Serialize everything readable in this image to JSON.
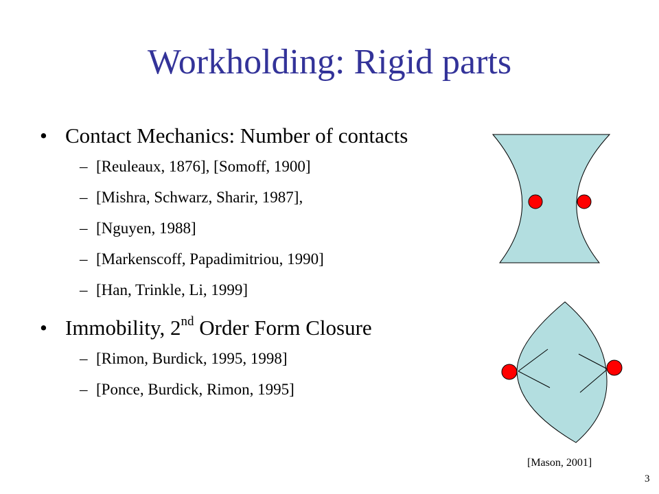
{
  "slide": {
    "title": "Workholding: Rigid parts",
    "bullet1": {
      "text": "Contact Mechanics: Number of contacts",
      "subitems": [
        "[Reuleaux, 1876], [Somoff, 1900]",
        "[Mishra, Schwarz, Sharir, 1987],",
        "[Nguyen, 1988]",
        "[Markenscoff, Papadimitriou, 1990]",
        "[Han, Trinkle, Li, 1999]"
      ]
    },
    "bullet2": {
      "text_before": "Immobility, 2",
      "superscript": "nd",
      "text_after": " Order Form Closure",
      "subitems": [
        "[Rimon, Burdick, 1995, 1998]",
        "[Ponce, Burdick, Rimon, 1995]"
      ]
    },
    "bullet_glyph": "•",
    "dash_glyph": "–",
    "figure_credit": "[Mason, 2001]",
    "page_number": "3"
  },
  "colors": {
    "title": "#333399",
    "shape_fill": "#B3DEE0",
    "contact_point": "#FF0000"
  }
}
